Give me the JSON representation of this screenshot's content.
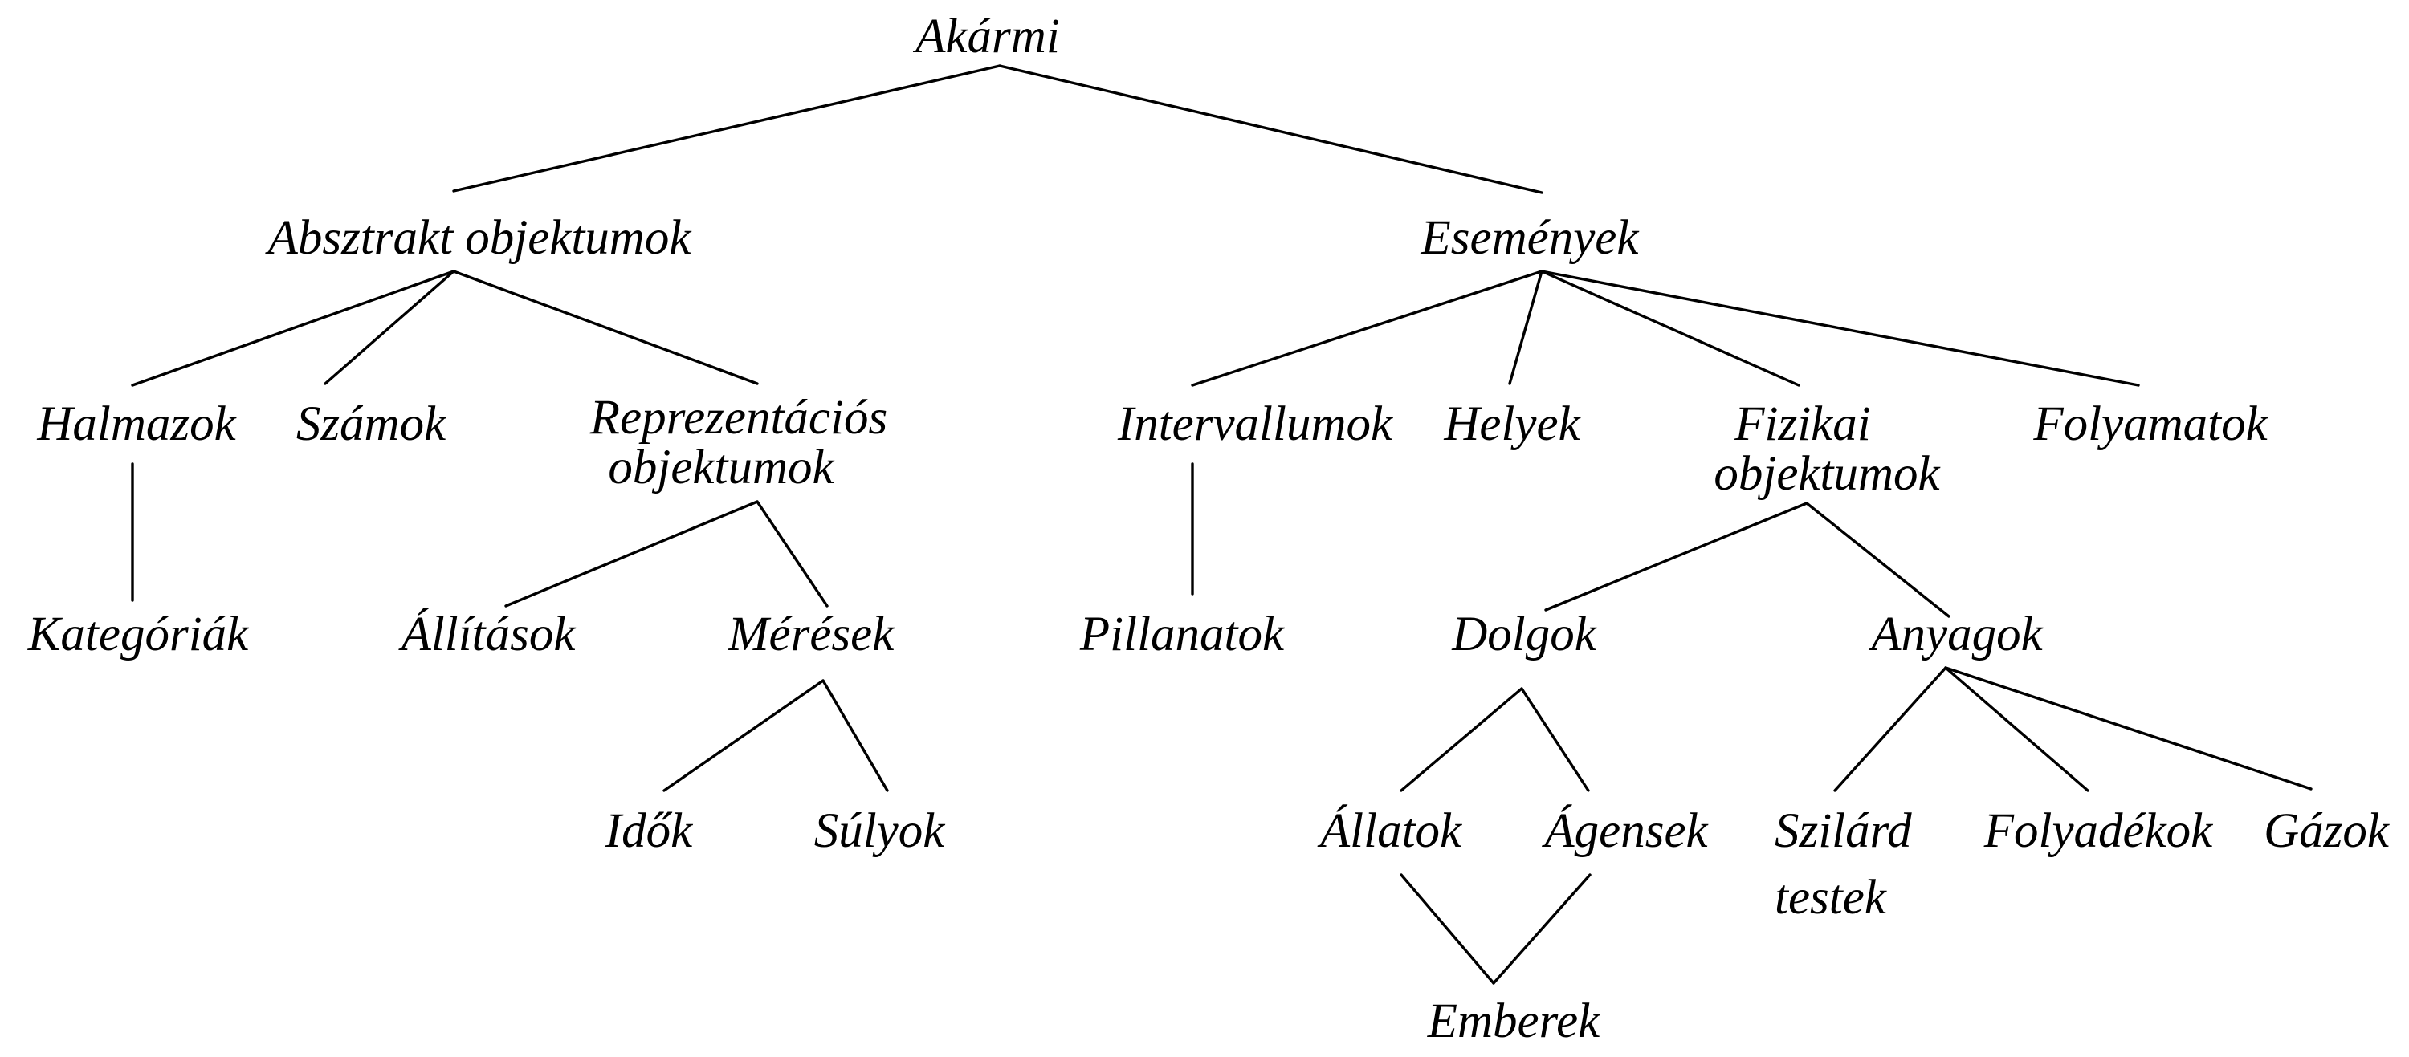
{
  "diagram": {
    "nodes": {
      "akarmi": "Akármi",
      "absztrakt": "Absztrakt objektumok",
      "esemenyek": "Események",
      "halmazok": "Halmazok",
      "szamok": "Számok",
      "reprezentacios_1": "Reprezentációs",
      "reprezentacios_2": "objektumok",
      "intervallumok": "Intervallumok",
      "helyek": "Helyek",
      "fizikai_1": "Fizikai",
      "fizikai_2": "objektumok",
      "folyamatok": "Folyamatok",
      "kategoriak": "Kategóriák",
      "allitasok": "Állítások",
      "meresek": "Mérések",
      "pillanatok": "Pillanatok",
      "dolgok": "Dolgok",
      "anyagok": "Anyagok",
      "idok": "Idők",
      "sulyok": "Súlyok",
      "allatok": "Állatok",
      "agensek": "Ágensek",
      "szilard_1": "Szilárd",
      "szilard_2": "testek",
      "folyadekok": "Folyadékok",
      "gazok": "Gázok",
      "emberek": "Emberek"
    },
    "edges": [
      [
        "akarmi",
        "absztrakt"
      ],
      [
        "akarmi",
        "esemenyek"
      ],
      [
        "absztrakt",
        "halmazok"
      ],
      [
        "absztrakt",
        "szamok"
      ],
      [
        "absztrakt",
        "reprezentacios"
      ],
      [
        "esemenyek",
        "intervallumok"
      ],
      [
        "esemenyek",
        "helyek"
      ],
      [
        "esemenyek",
        "fizikai"
      ],
      [
        "esemenyek",
        "folyamatok"
      ],
      [
        "halmazok",
        "kategoriak"
      ],
      [
        "reprezentacios",
        "allitasok"
      ],
      [
        "reprezentacios",
        "meresek"
      ],
      [
        "intervallumok",
        "pillanatok"
      ],
      [
        "fizikai",
        "dolgok"
      ],
      [
        "fizikai",
        "anyagok"
      ],
      [
        "meresek",
        "idok"
      ],
      [
        "meresek",
        "sulyok"
      ],
      [
        "dolgok",
        "allatok"
      ],
      [
        "dolgok",
        "agensek"
      ],
      [
        "anyagok",
        "szilard"
      ],
      [
        "anyagok",
        "folyadekok"
      ],
      [
        "anyagok",
        "gazok"
      ],
      [
        "allatok",
        "emberek"
      ],
      [
        "agensek",
        "emberek"
      ]
    ]
  }
}
